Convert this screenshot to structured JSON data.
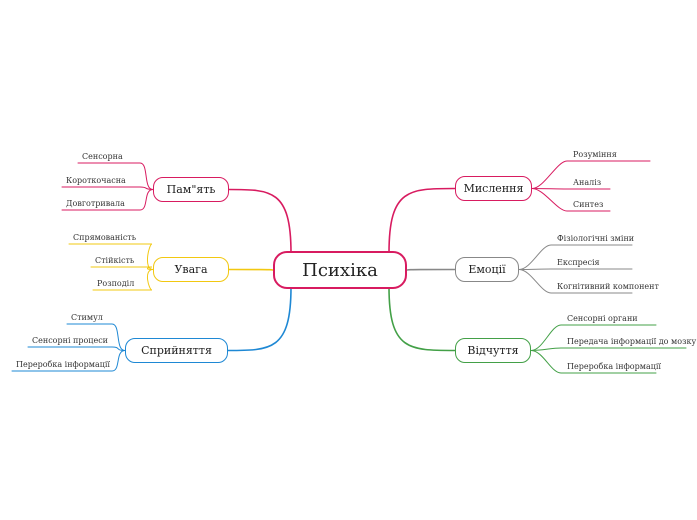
{
  "central": {
    "label": "Психіка",
    "color": "#d81b60"
  },
  "branches": [
    {
      "id": "memory",
      "label": "Пам\"ять",
      "color": "#d81b60",
      "leaves": [
        "Сенсорна",
        "Короткочасна",
        "Довготривала"
      ]
    },
    {
      "id": "attention",
      "label": "Увага",
      "color": "#f2c811",
      "leaves": [
        "Спрямованість",
        "Стійкість",
        "Розподіл"
      ]
    },
    {
      "id": "perception",
      "label": "Сприйняття",
      "color": "#1e88d4",
      "leaves": [
        "Стимул",
        "Сенсорні процеси",
        "Переробка інформації"
      ]
    },
    {
      "id": "thinking",
      "label": "Мислення",
      "color": "#d81b60",
      "leaves": [
        "Розуміння",
        "Аналіз",
        "Синтез"
      ]
    },
    {
      "id": "emotions",
      "label": "Емоції",
      "color": "#888888",
      "leaves": [
        "Фізіологічні зміни",
        "Експресія",
        "Когнітивний компонент"
      ]
    },
    {
      "id": "sensation",
      "label": "Відчуття",
      "color": "#43a047",
      "leaves": [
        "Сенсорні органи",
        "Передача інформації до мозку",
        "Переробка інформації"
      ]
    }
  ]
}
